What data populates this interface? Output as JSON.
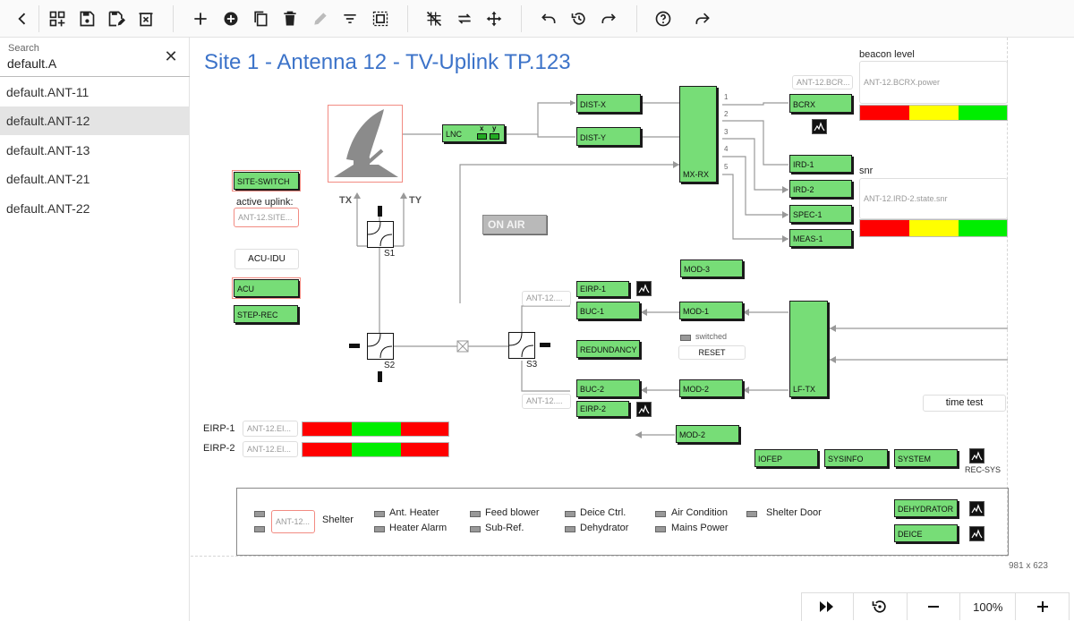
{
  "search": {
    "label": "Search",
    "value": "default.A"
  },
  "sidebar": {
    "items": [
      {
        "label": "default.ANT-11"
      },
      {
        "label": "default.ANT-12"
      },
      {
        "label": "default.ANT-13"
      },
      {
        "label": "default.ANT-21"
      },
      {
        "label": "default.ANT-22"
      }
    ],
    "selected_index": 1
  },
  "diagram": {
    "title": "Site 1 - Antenna 12 - TV-Uplink TP.123",
    "canvas_size": "981 x 623",
    "on_air": "ON AIR",
    "labels": {
      "beacon_level": "beacon level",
      "snr": "snr",
      "active_uplink": "active uplink:",
      "tx": "TX",
      "ty": "TY",
      "s1": "S1",
      "s2": "S2",
      "s3": "S3",
      "switched": "switched",
      "rec_sys": "REC-SYS",
      "eirp1": "EIRP-1",
      "eirp2": "EIRP-2",
      "x": "x",
      "y": "y",
      "port1": "1",
      "port2": "2",
      "port3": "3",
      "port4": "4",
      "port5": "5"
    },
    "blocks": {
      "site_switch": "SITE-SWITCH",
      "acu": "ACU",
      "step_rec": "STEP-REC",
      "lnc": "LNC",
      "dist_x": "DIST-X",
      "dist_y": "DIST-Y",
      "mx_rx": "MX-RX",
      "bcrx": "BCRX",
      "ird1": "IRD-1",
      "ird2": "IRD-2",
      "spec1": "SPEC-1",
      "meas1": "MEAS-1",
      "mod3": "MOD-3",
      "eirp1": "EIRP-1",
      "buc1": "BUC-1",
      "mod1": "MOD-1",
      "redundancy": "REDUNDANCY",
      "buc2": "BUC-2",
      "eirp2": "EIRP-2",
      "mod2a": "MOD-2",
      "mod2b": "MOD-2",
      "lf_tx": "LF-TX",
      "iofep": "IOFEP",
      "sysinfo": "SYSINFO",
      "system": "SYSTEM",
      "dehydrator": "DEHYDRATOR",
      "deice": "DEICE"
    },
    "fields": {
      "site_field": "ANT-12.SITE...",
      "acu_idu": "ACU-IDU",
      "bcr_field": "ANT-12.BCR...",
      "bcrx_power": "ANT-12.BCRX.power",
      "ird2_snr": "ANT-12.IRD-2.state.snr",
      "ant12_a": "ANT-12....",
      "ant12_b": "ANT-12....",
      "eirp1_field": "ANT-12.EI...",
      "eirp2_field": "ANT-12.EI...",
      "reset": "RESET",
      "time_test": "time test",
      "shelter_field": "ANT-12..."
    },
    "status": {
      "shelter": "Shelter",
      "ant_heater": "Ant. Heater",
      "heater_alarm": "Heater Alarm",
      "feed_blower": "Feed blower",
      "sub_ref": "Sub-Ref.",
      "deice_ctrl": "Deice Ctrl.",
      "dehydrator": "Dehydrator",
      "air_condition": "Air Condition",
      "mains_power": "Mains Power",
      "shelter_door": "Shelter Door"
    },
    "colors": {
      "block": "#77dd77",
      "title": "#3c73c9",
      "bar_red": "#ff0000",
      "bar_yellow": "#ffff00",
      "bar_green": "#00ee00"
    }
  },
  "zoom": {
    "value": "100%"
  },
  "icons": [
    "back-icon",
    "add-widget-icon",
    "save-icon",
    "save-as-icon",
    "delete-view-icon",
    "plus-icon",
    "add-circle-icon",
    "copy-icon",
    "trash-icon",
    "edit-icon",
    "filter-icon",
    "select-icon",
    "grid-off-icon",
    "swap-icon",
    "move-icon",
    "undo-icon",
    "history-icon",
    "redo-icon",
    "help-icon",
    "share-icon",
    "fast-forward-icon",
    "reset-zoom-icon",
    "minus-icon"
  ]
}
